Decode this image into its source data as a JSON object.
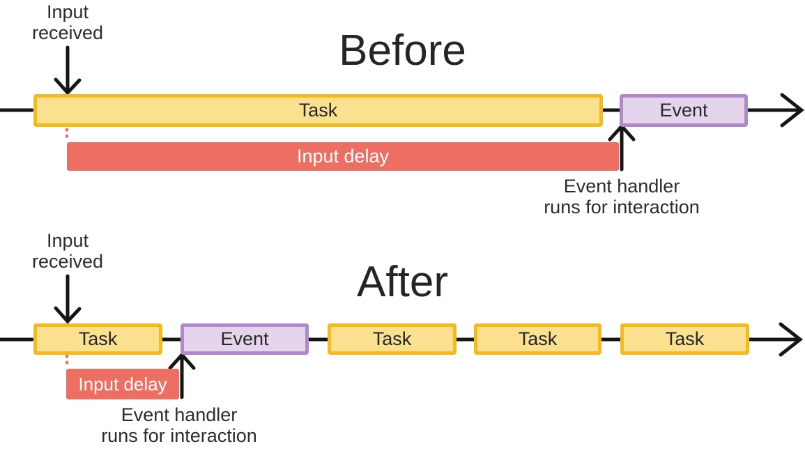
{
  "colors": {
    "task_fill": "#FBE18F",
    "task_border": "#F3BB1D",
    "event_fill": "#E5D5EC",
    "event_border": "#B189C9",
    "input_delay_fill": "#ED6E62",
    "arrow_line": "#161616",
    "label_text": "#2A2C30",
    "delay_label_text": "#FFFFFF"
  },
  "before": {
    "title": "Before",
    "input_received_label": "Input\nreceived",
    "task_label": "Task",
    "event_label": "Event",
    "input_delay_label": "Input delay",
    "event_handler_label": "Event handler\nruns for interaction"
  },
  "after": {
    "title": "After",
    "input_received_label": "Input\nreceived",
    "event_label": "Event",
    "task_labels": [
      "Task",
      "Task",
      "Task",
      "Task"
    ],
    "input_delay_label": "Input delay",
    "event_handler_label": "Event handler\nruns for interaction"
  }
}
